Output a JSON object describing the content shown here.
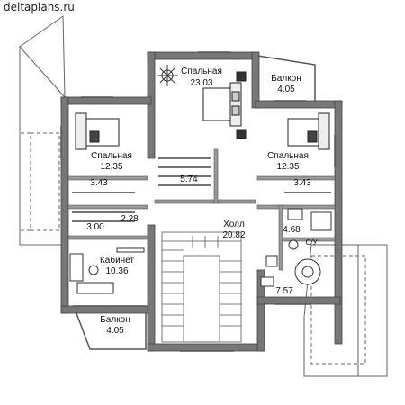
{
  "site": "deltaplans.ru",
  "colors": {
    "wall": "#7a7a7a",
    "line": "#555555",
    "furniture": "#333333",
    "accent": "#1a1a1a"
  },
  "rooms": {
    "bedroom_main": {
      "name": "Спальная",
      "area": "23.03"
    },
    "balcony_top": {
      "name": "Балкон",
      "area": "4.05"
    },
    "bedroom_left": {
      "name": "Спальная",
      "area": "12.35"
    },
    "bedroom_right": {
      "name": "Спальная",
      "area": "12.35"
    },
    "closet_center": {
      "area": "5.74"
    },
    "closet_left": {
      "area": "3.43"
    },
    "closet_right": {
      "area": "3.43"
    },
    "closet_left2": {
      "area": "3.00"
    },
    "corridor": {
      "area": "2.28"
    },
    "hall": {
      "name": "Холл",
      "area": "20.82"
    },
    "bath_upper": {
      "area": "4.68"
    },
    "bath_tag": {
      "name": "С/У"
    },
    "study": {
      "name": "Кабинет",
      "area": "10.36"
    },
    "bath_lower": {
      "area": "7.57"
    },
    "balcony_bottom": {
      "name": "Балкон",
      "area": "4.05"
    }
  }
}
